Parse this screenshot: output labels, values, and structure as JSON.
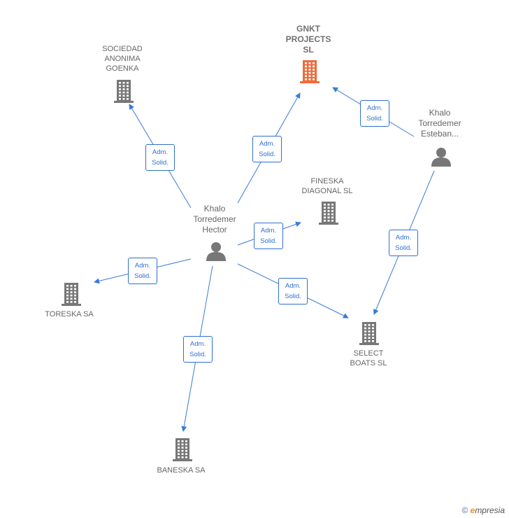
{
  "colors": {
    "edge": "#3a7bd5",
    "company": "#777777",
    "main_company": "#f06a3a",
    "person": "#777777"
  },
  "nodes": [
    {
      "id": "gnkt",
      "kind": "company",
      "main": true,
      "label": "GNKT\nPROJECTS\nSL"
    },
    {
      "id": "sociedad",
      "kind": "company",
      "label": "SOCIEDAD\nANONIMA\nGOENKA"
    },
    {
      "id": "fineska",
      "kind": "company",
      "label": "FINESKA\nDIAGONAL  SL"
    },
    {
      "id": "toreska",
      "kind": "company",
      "label": "TORESKA SA"
    },
    {
      "id": "select",
      "kind": "company",
      "label": "SELECT\nBOATS  SL"
    },
    {
      "id": "baneska",
      "kind": "company",
      "label": "BANESKA SA"
    },
    {
      "id": "hector",
      "kind": "person",
      "label": "Khalo\nTorredemer\nHector"
    },
    {
      "id": "esteban",
      "kind": "person",
      "label": "Khalo\nTorredemer\nEsteban..."
    }
  ],
  "edges": [
    {
      "from": "hector",
      "to": "sociedad",
      "label_line1": "Adm.",
      "label_line2": "Solid."
    },
    {
      "from": "hector",
      "to": "gnkt",
      "label_line1": "Adm.",
      "label_line2": "Solid."
    },
    {
      "from": "hector",
      "to": "fineska",
      "label_line1": "Adm.",
      "label_line2": "Solid."
    },
    {
      "from": "hector",
      "to": "toreska",
      "label_line1": "Adm.",
      "label_line2": "Solid."
    },
    {
      "from": "hector",
      "to": "select",
      "label_line1": "Adm.",
      "label_line2": "Solid."
    },
    {
      "from": "hector",
      "to": "baneska",
      "label_line1": "Adm.",
      "label_line2": "Solid."
    },
    {
      "from": "esteban",
      "to": "gnkt",
      "label_line1": "Adm.",
      "label_line2": "Solid."
    },
    {
      "from": "esteban",
      "to": "select",
      "label_line1": "Adm.",
      "label_line2": "Solid."
    }
  ],
  "footer": {
    "copyright": "©",
    "brand_initial": "e",
    "brand_rest": "mpresia"
  }
}
